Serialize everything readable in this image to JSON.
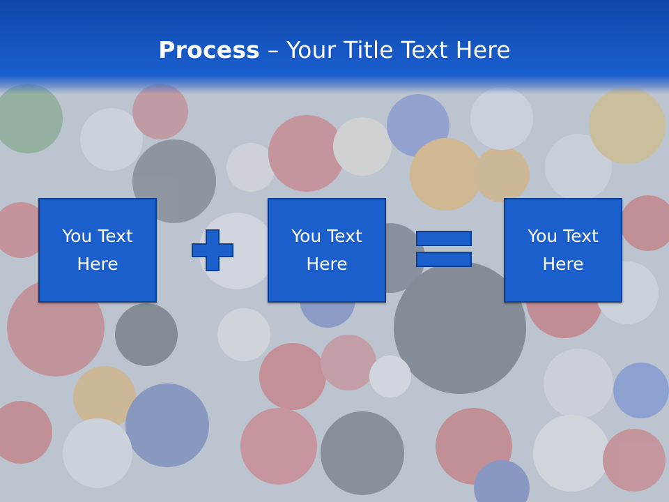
{
  "slide": {
    "title_bold": "Process",
    "title_rest": " – Your Title Text Here"
  },
  "boxes": [
    {
      "label": "You Text Here"
    },
    {
      "label": "You Text Here"
    },
    {
      "label": "You Text Here"
    }
  ],
  "operators": [
    {
      "icon": "plus-icon"
    },
    {
      "icon": "equals-icon"
    }
  ],
  "colors": {
    "header": "#1658c4",
    "box_fill": "#1b5fcd",
    "box_border": "#0e3f8e",
    "text": "#ffffff"
  },
  "background_image": "colorful-buttons-photo"
}
